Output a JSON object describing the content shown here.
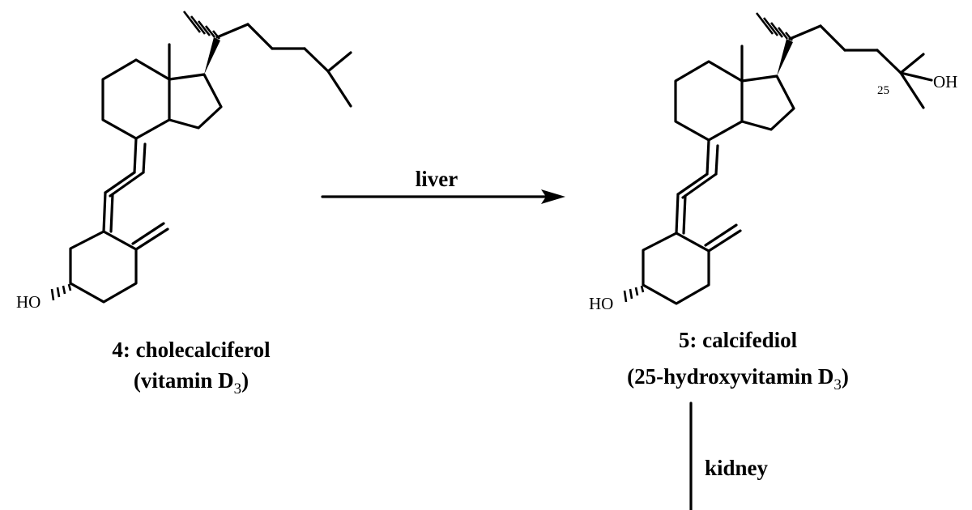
{
  "compound_4": {
    "label_line1": "4: cholecalciferol",
    "label_line2_main": "(vitamin D",
    "label_line2_sub": "3",
    "label_line2_end": ")",
    "hydroxyl": "HO"
  },
  "compound_5": {
    "label_line1": "5: calcifediol",
    "label_line2_main": "(25-hydroxyvitamin D",
    "label_line2_sub": "3",
    "label_line2_end": ")",
    "hydroxyl": "HO",
    "oh_25": "OH",
    "position_label": "25"
  },
  "arrow_liver": {
    "label": "liver"
  },
  "arrow_kidney": {
    "label": "kidney"
  }
}
